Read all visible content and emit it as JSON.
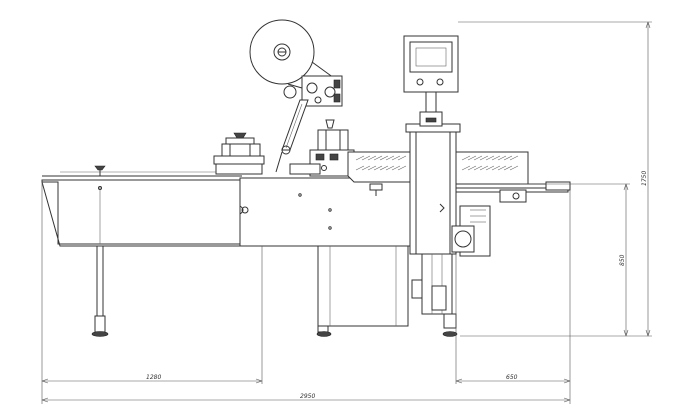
{
  "dimensions": {
    "length_left": "1280",
    "length_right": "650",
    "length_total": "2950",
    "height_total": "1750",
    "height_table": "850"
  }
}
